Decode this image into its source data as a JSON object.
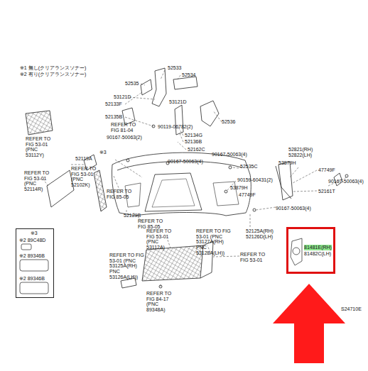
{
  "diagram": {
    "nodes": [
      {
        "text": [
          "※3",
          "※2 89C48D",
          "※2 89346B",
          "※2 89346B"
        ]
      },
      {
        "text": [
          "81481E(RH)",
          "81482C(LH)"
        ]
      }
    ],
    "labels": [
      "※1 無し(クリアランスソナー)",
      "※2 有り(クリアランスソナー)",
      "52533",
      "52534",
      "52535",
      "53121D",
      "52133F",
      "53121D",
      "52135B",
      "REFER TO FIG 81-04",
      "90119-06782(2)",
      "52536",
      "REFER TO FIG 53-01 (PNC 53112Y)",
      "52134G",
      "90167-50063(2)",
      "52136B",
      "52162C",
      "※3",
      "52119A",
      "90167-50063(4)",
      "90167-50063(4)",
      "REFER TO FIG 53-01 (PNC 52102K)",
      "52535C",
      "REFER TO FIG 53-01 (PNC 52114R)",
      "90159-60431(2)",
      "53879H",
      "47749F",
      "REFER TO FIG 85-05",
      "52129B",
      "REFER TO FIG 85-05",
      "52821(RH)",
      "52822(LH)",
      "53879H",
      "47749F",
      "52161T",
      "90167-50063(4)",
      "90167-50063(4)",
      "52125A(RH)",
      "52126D(LH)",
      "REFER TO FIG 53-01 (PNC 53112A)",
      "REFER TO FIG 53-01 (PNC 53127A(RH) PNC 53128A(LH))",
      "REFER TO FIG 53-01",
      "REFER TO FIG 53-01 (PNC 53125A(RH) PNC 53126A(LH))",
      "REFER TO FIG 84-17 (PNC 89348A)",
      "S24710E"
    ]
  }
}
